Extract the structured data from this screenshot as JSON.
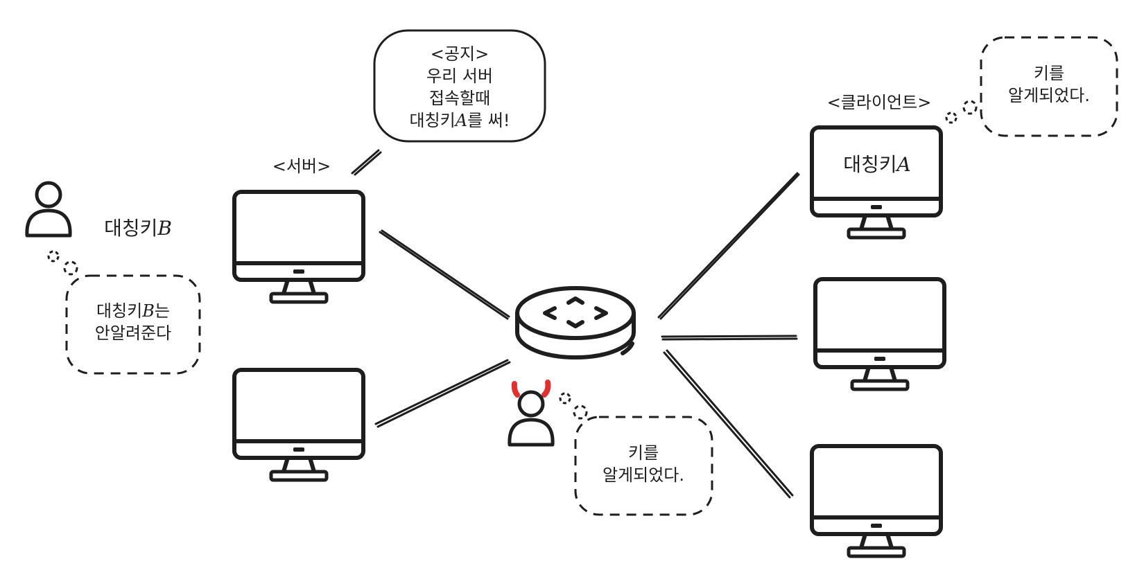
{
  "colors": {
    "stroke": "#1e1e1e",
    "devil_horns": "#e03131",
    "background": "#ffffff"
  },
  "icons": {
    "server_top": "monitor-icon",
    "server_bottom": "monitor-icon",
    "client_top": "monitor-icon",
    "client_middle": "monitor-icon",
    "client_bottom": "monitor-icon",
    "router": "router-icon",
    "owner": "user-icon",
    "attacker": "devil-user-icon"
  },
  "labels": {
    "server": "<서버>",
    "client": "<클라이언트>",
    "owner_key_prefix": "대칭키",
    "owner_key_letter": "B",
    "client_screen_prefix": "대칭키",
    "client_screen_letter": "A"
  },
  "notice_bubble": {
    "line1": "<공지>",
    "line2": "우리 서버",
    "line3": "접속할때",
    "line4_prefix": "대칭키",
    "line4_letter": "A",
    "line4_suffix": "를 써!"
  },
  "owner_bubble": {
    "line1_prefix": "대칭키",
    "line1_letter": "B",
    "line1_suffix": "는",
    "line2": "안알려준다"
  },
  "client_bubble": {
    "line1": "키를",
    "line2": "알게되었다."
  },
  "attacker_bubble": {
    "line1": "키를",
    "line2": "알게되었다."
  }
}
